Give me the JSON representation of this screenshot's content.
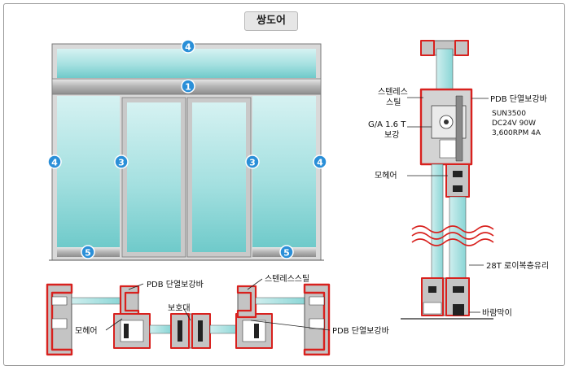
{
  "title": "쌍도어",
  "markers": {
    "m1": "1",
    "m3": "3",
    "m4": "4",
    "m5": "5"
  },
  "bottom_section": {
    "pdb_bar_top": "PDB 단열보강바",
    "stainless_steel": "스텐레스스틸",
    "mohair": "모헤어",
    "guard": "보호대",
    "pdb_bar_bottom": "PDB 단열보강바"
  },
  "side_section": {
    "stainless_line1": "스텐레스",
    "stainless_line2": "스틸",
    "pdb_bar": "PDB 단열보강바",
    "motor_model": "SUN3500",
    "motor_power": "DC24V 90W",
    "motor_rpm": "3,600RPM 4A",
    "ga_line1": "G/A 1.6 T",
    "ga_line2": "보강",
    "mohair": "모헤어",
    "glass": "28T 로이복층유리",
    "draft_stop": "바람막이"
  },
  "colors": {
    "glass_top": "#cdeeee",
    "glass_bottom": "#78cfcf",
    "frame_red": "#d8211e",
    "frame_gray": "#c4c4c4",
    "marker_blue": "#2a8fd8"
  }
}
